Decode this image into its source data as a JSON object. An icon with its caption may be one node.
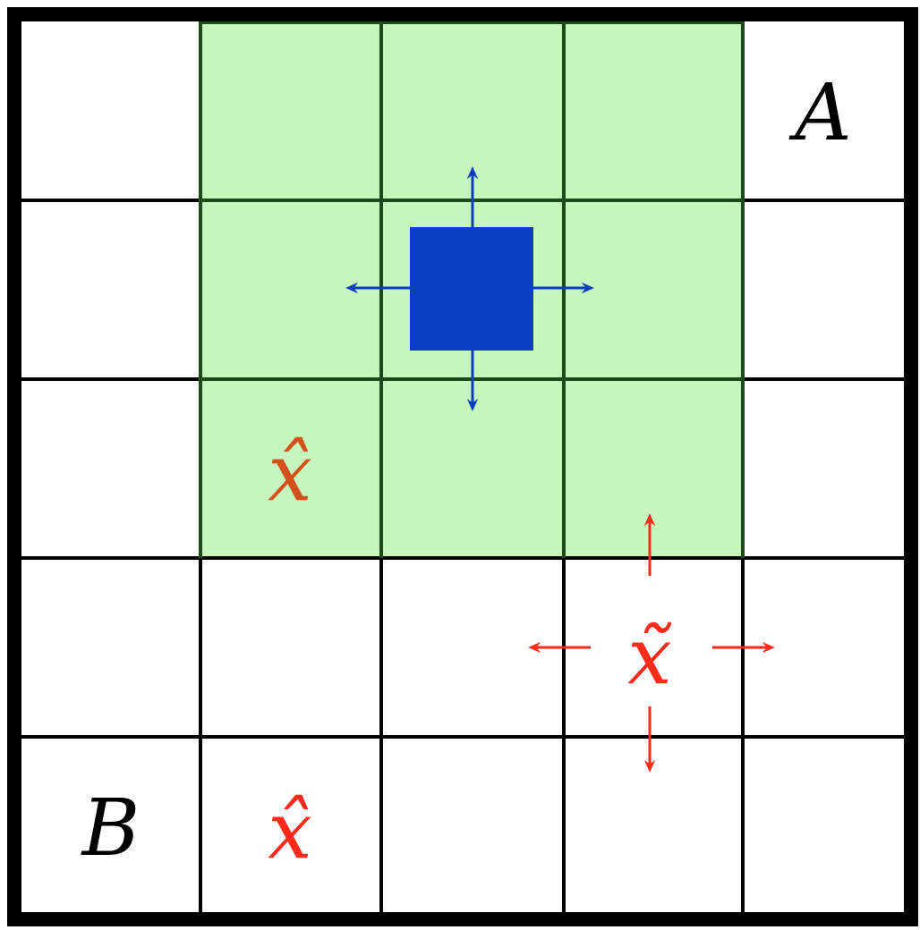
{
  "diagram": {
    "labels": [
      "A",
      "x̂",
      "x̃",
      "B",
      "x̂"
    ]
  }
}
